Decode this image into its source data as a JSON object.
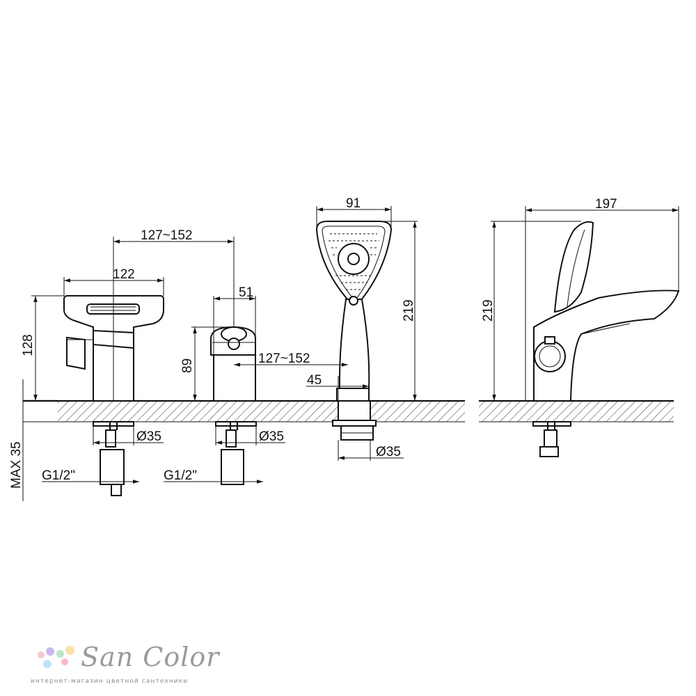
{
  "diagram": {
    "dimensions": {
      "spout_spacing": "127~152",
      "spout_width": "122",
      "spout_height": "128",
      "valve_width": "51",
      "valve_height": "89",
      "shower_spacing": "127~152",
      "shower_base_width": "45",
      "handshower_width": "91",
      "handshower_height": "219",
      "side_height": "219",
      "side_length": "197",
      "hole_dia_1": "Ø35",
      "hole_dia_2": "Ø35",
      "hole_dia_3": "Ø35",
      "thread_1": "G1/2\"",
      "thread_2": "G1/2\"",
      "max_deck": "MAX 35"
    }
  },
  "logo": {
    "name": "San Color",
    "tagline": "интернет-магазин цветной сантехники",
    "dot_colors": [
      "#f7c6d0",
      "#c9b9f0",
      "#b8e6c4",
      "#fbe0a6",
      "#bde3f7",
      "#f9b8c4"
    ]
  }
}
